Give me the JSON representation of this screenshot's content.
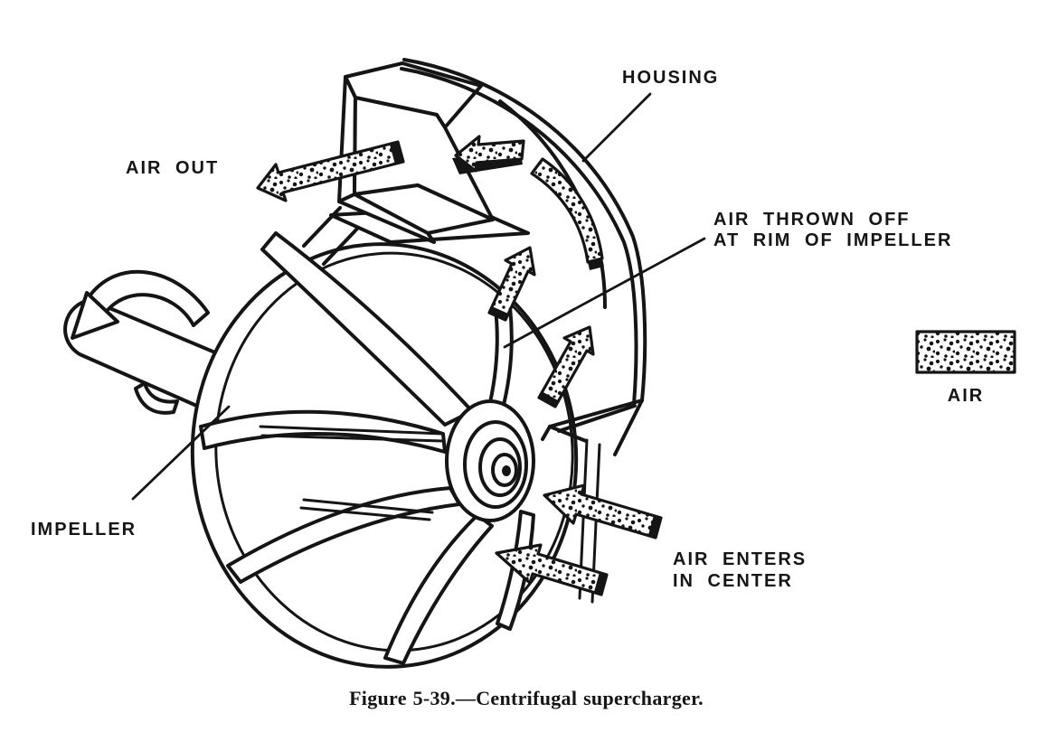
{
  "figure": {
    "caption": "Figure 5-39.—Centrifugal supercharger.",
    "labels": {
      "housing": "HOUSING",
      "air_out": "AIR OUT",
      "air_thrown_line1": "AIR THROWN OFF",
      "air_thrown_line2": "AT RIM OF IMPELLER",
      "impeller": "IMPELLER",
      "air_enters_line1": "AIR ENTERS",
      "air_enters_line2": "IN CENTER"
    },
    "legend": {
      "label": "AIR",
      "swatch_meaning": "stippled texture indicates air flow"
    },
    "colors": {
      "ink": "#151515",
      "background": "#ffffff"
    }
  }
}
